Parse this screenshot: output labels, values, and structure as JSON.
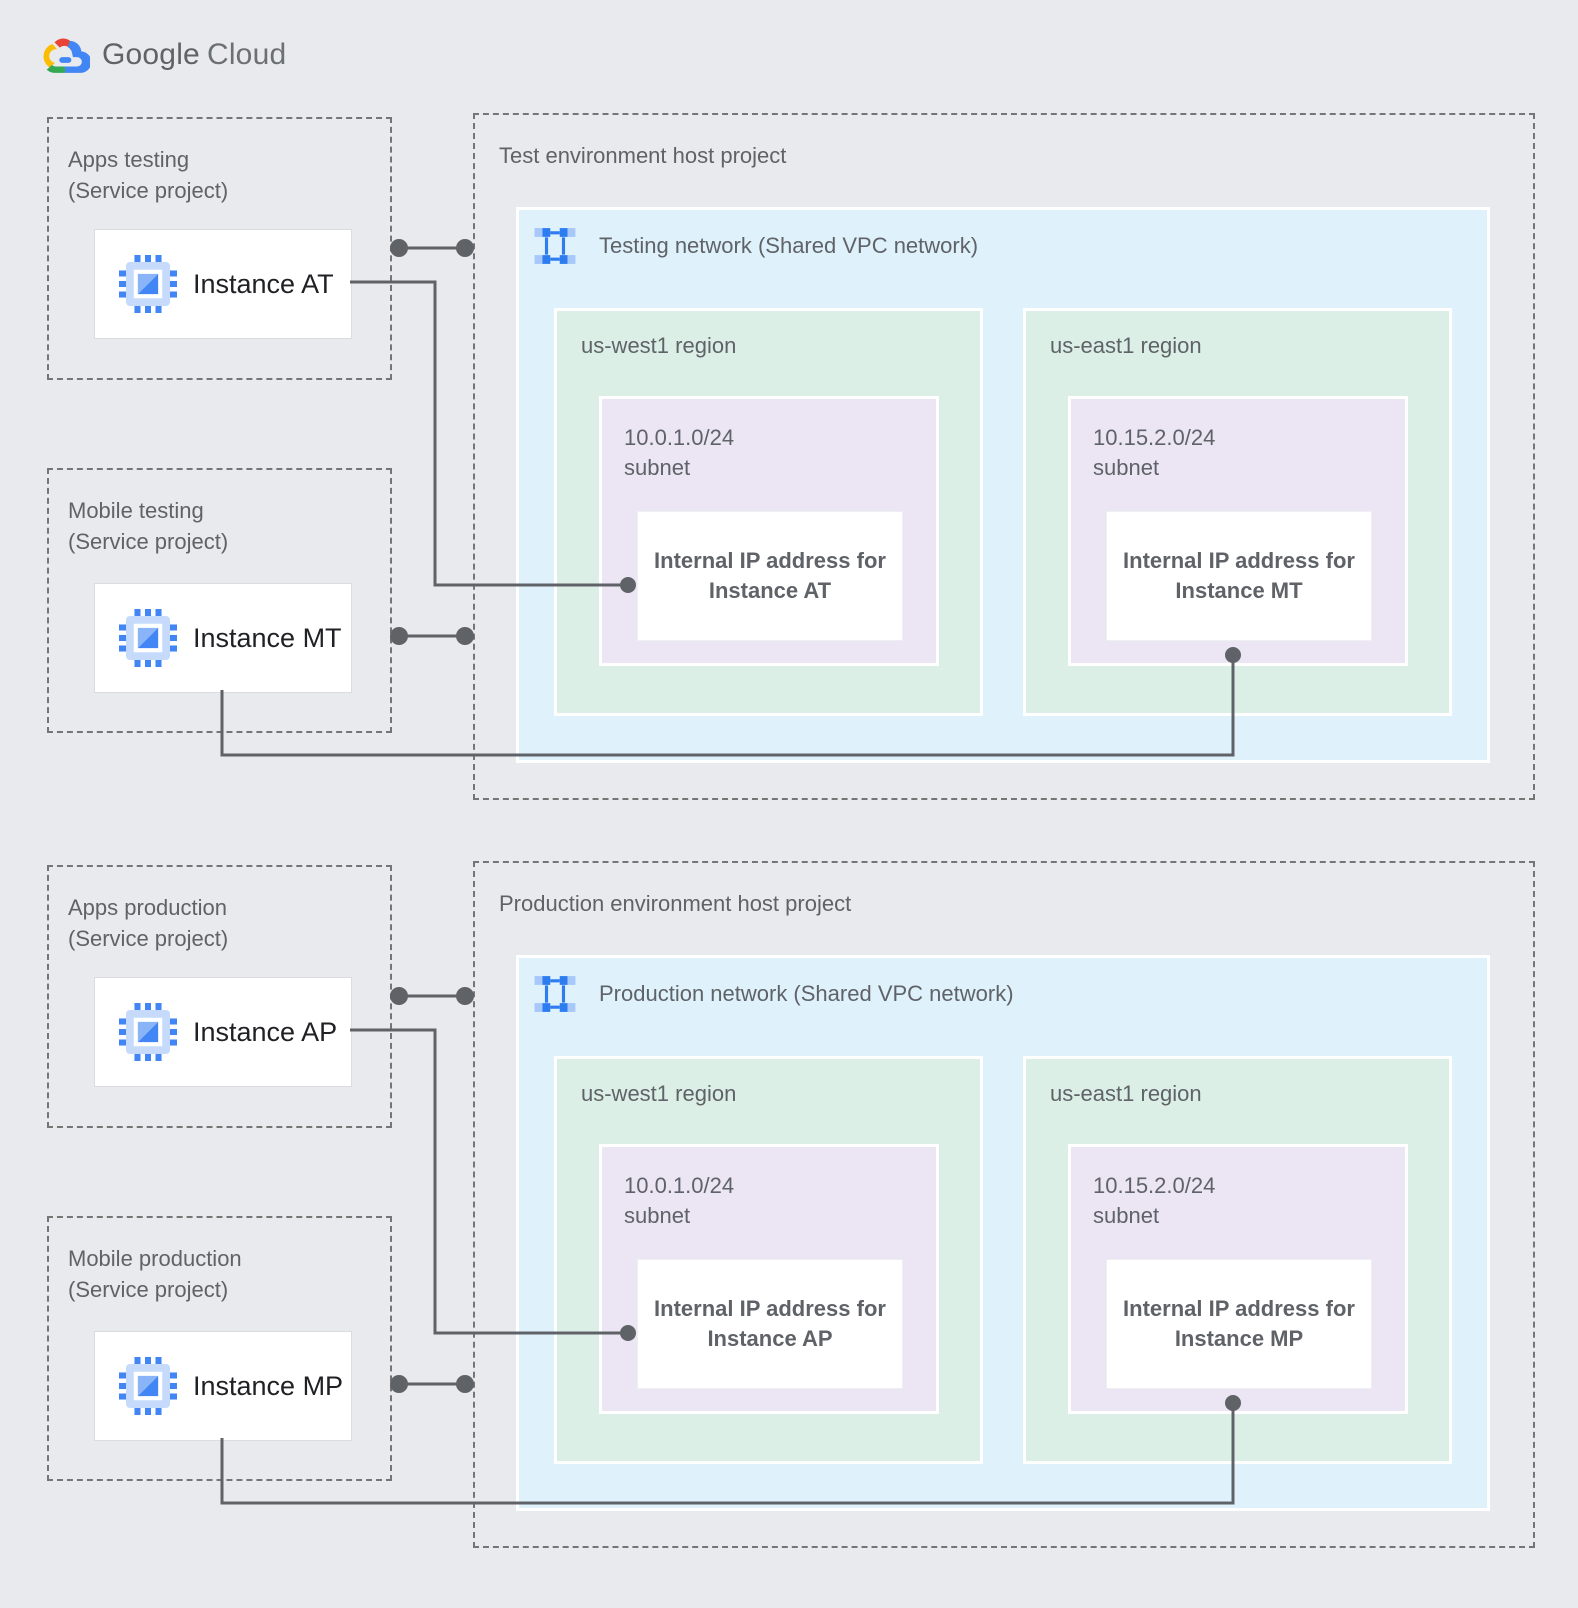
{
  "logo": {
    "part1": "Google",
    "part2": "Cloud"
  },
  "colors": {
    "background": "#E8EAED",
    "network_box_blue": "#DFF1FB",
    "region_box_green": "#DCEFE6",
    "subnet_box_purple": "#EBE5F4",
    "card_white": "#FFFFFF",
    "dashed_border_gray": "#757575",
    "connector_gray": "#5F6368",
    "text_gray": "#5F6368",
    "text_dark": "#202124",
    "google_blue": "#4285F4",
    "google_red": "#EA4335",
    "google_yellow": "#FBBC04",
    "google_green": "#34A853",
    "icon_light_blue": "#A8C7FA"
  },
  "icons": {
    "instance": "compute-engine-chip-icon",
    "network": "vpc-network-icon",
    "logo": "google-cloud-logo"
  },
  "sections": [
    {
      "name": "test",
      "service_projects": [
        {
          "line1": "Apps testing",
          "line2": "(Service project)",
          "instance_label": "Instance AT"
        },
        {
          "line1": "Mobile testing",
          "line2": "(Service project)",
          "instance_label": "Instance MT"
        }
      ],
      "host_project": {
        "title": "Test environment host project",
        "network": {
          "label": "Testing network (Shared VPC network)",
          "regions": [
            {
              "label": "us-west1 region",
              "subnet_cidr": "10.0.1.0/24",
              "subnet_word": "subnet",
              "ip_line1": "Internal IP address for",
              "ip_line2": "Instance AT"
            },
            {
              "label": "us-east1 region",
              "subnet_cidr": "10.15.2.0/24",
              "subnet_word": "subnet",
              "ip_line1": "Internal IP address for",
              "ip_line2": "Instance MT"
            }
          ]
        }
      }
    },
    {
      "name": "production",
      "service_projects": [
        {
          "line1": "Apps production",
          "line2": "(Service project)",
          "instance_label": "Instance AP"
        },
        {
          "line1": "Mobile production",
          "line2": "(Service project)",
          "instance_label": "Instance MP"
        }
      ],
      "host_project": {
        "title": "Production environment host project",
        "network": {
          "label": "Production network (Shared VPC network)",
          "regions": [
            {
              "label": "us-west1 region",
              "subnet_cidr": "10.0.1.0/24",
              "subnet_word": "subnet",
              "ip_line1": "Internal IP address for",
              "ip_line2": "Instance AP"
            },
            {
              "label": "us-east1 region",
              "subnet_cidr": "10.15.2.0/24",
              "subnet_word": "subnet",
              "ip_line1": "Internal IP address for",
              "ip_line2": "Instance MP"
            }
          ]
        }
      }
    }
  ]
}
